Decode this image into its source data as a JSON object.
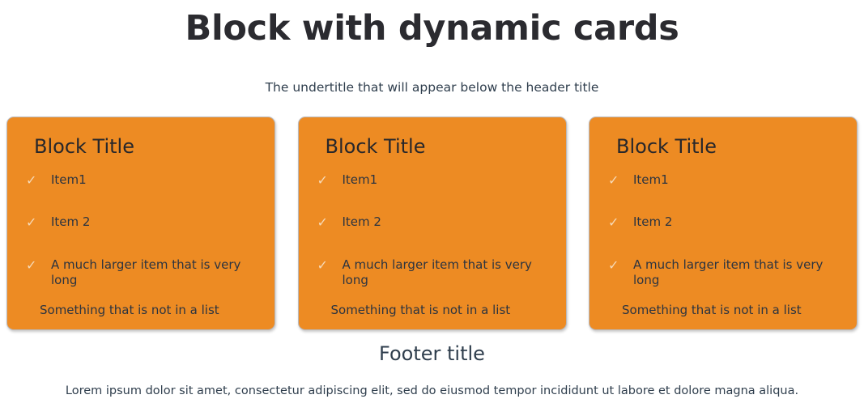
{
  "header": {
    "title": "Block with dynamic cards",
    "subtitle": "The undertitle that will appear below the header title"
  },
  "cards": [
    {
      "title": "Block Title",
      "check_icon": "check-icon",
      "items": [
        "Item1",
        "Item 2",
        "A much larger item that is very long"
      ],
      "note": "Something that is not in a list"
    },
    {
      "title": "Block Title",
      "check_icon": "check-icon",
      "items": [
        "Item1",
        "Item 2",
        "A much larger item that is very long"
      ],
      "note": "Something that is not in a list"
    },
    {
      "title": "Block Title",
      "check_icon": "check-icon",
      "items": [
        "Item1",
        "Item 2",
        "A much larger item that is very long"
      ],
      "note": "Something that is not in a list"
    }
  ],
  "footer": {
    "title": "Footer title",
    "text": "Lorem ipsum dolor sit amet, consectetur adipiscing elit, sed do eiusmod tempor incididunt ut labore et dolore magna aliqua."
  },
  "glyphs": {
    "check": "✓"
  },
  "colors": {
    "card_background": "#ED8B23",
    "card_border": "#b9b9bd",
    "page_background": "#ffffff",
    "heading_text": "#2b2b30",
    "body_text": "#2f3e4d",
    "check_mark": "#f6d9b6"
  }
}
